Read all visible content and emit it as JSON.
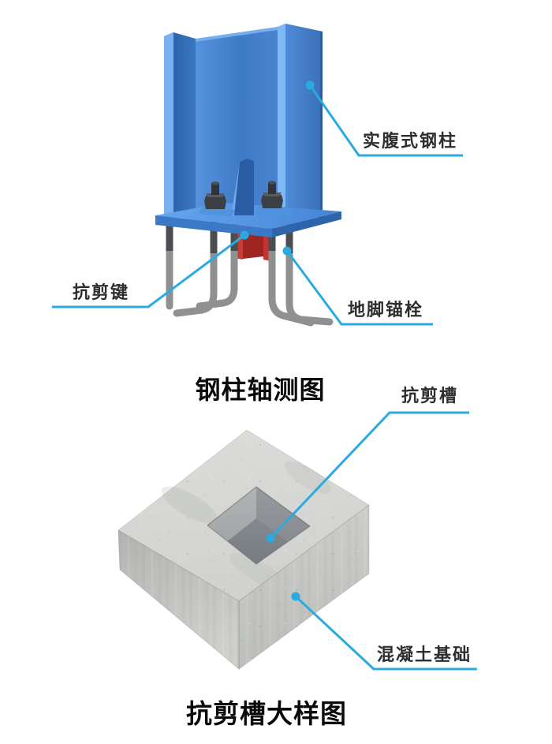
{
  "colors": {
    "leader": "#29abe2",
    "steel_blue": "#4280cc",
    "steel_blue_light": "#79b1f0",
    "steel_blue_dark": "#2f64aa",
    "shear_key_red": "#cb3b35",
    "anchor_bolt_gray": "#8f9092",
    "anchor_bolt_dark": "#4b4d50",
    "concrete_top": "#dcddda",
    "concrete_side": "#c9cac7",
    "groove_floor": "#84888c",
    "label_text": "#2e2e2e",
    "caption_text": "#0a0a0a"
  },
  "figure_top": {
    "caption": "钢柱轴测图",
    "labels": {
      "column": "实腹式钢柱",
      "shear_key": "抗剪键",
      "anchor_bolt": "地脚锚栓"
    }
  },
  "figure_bottom": {
    "caption": "抗剪槽大样图",
    "labels": {
      "shear_groove": "抗剪槽",
      "foundation": "混凝土基础"
    }
  }
}
